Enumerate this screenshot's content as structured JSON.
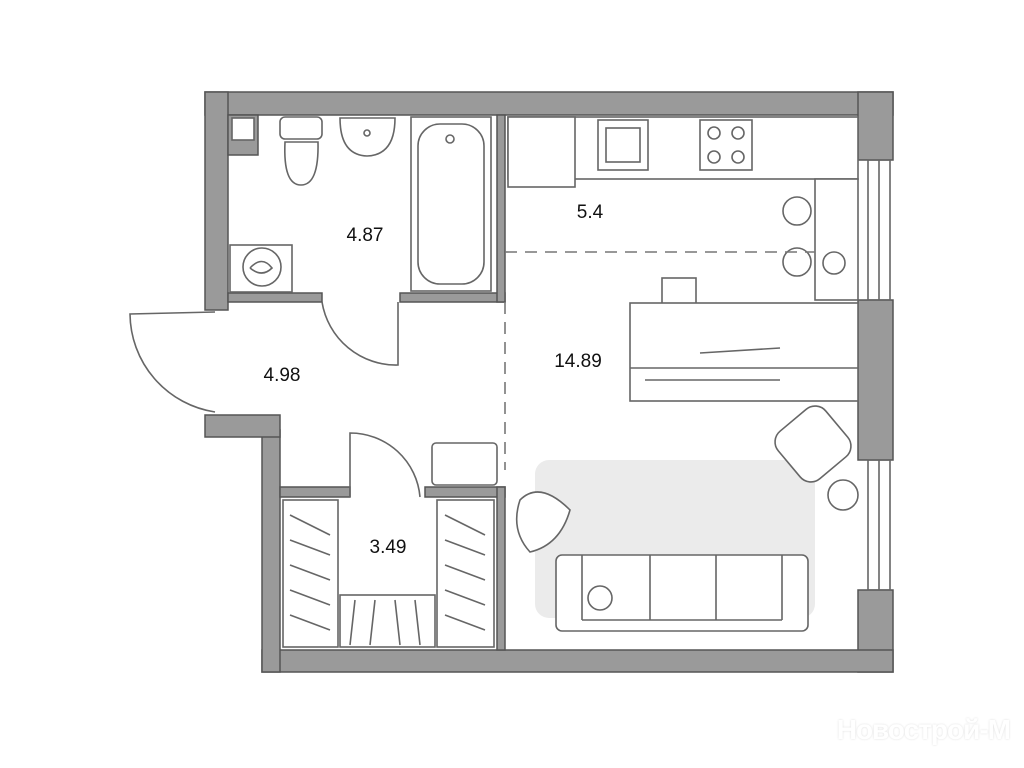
{
  "rooms": [
    {
      "name": "bathroom",
      "area": "4.87"
    },
    {
      "name": "kitchen",
      "area": "5.4"
    },
    {
      "name": "living-room",
      "area": "14.89"
    },
    {
      "name": "hallway",
      "area": "4.98"
    },
    {
      "name": "wardrobe",
      "area": "3.49"
    }
  ],
  "watermark": "Новострой-М",
  "colors": {
    "wall": "#9a9a9a",
    "rug": "#ebebeb"
  }
}
